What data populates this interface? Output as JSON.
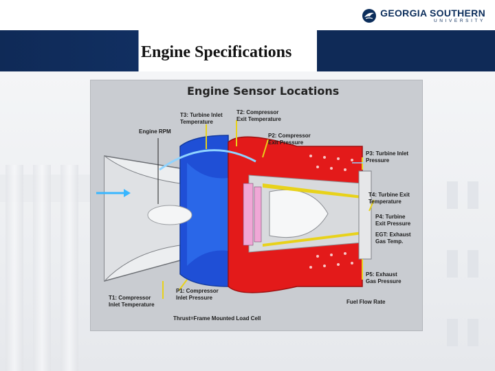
{
  "logo": {
    "title": "GEORGIA SOUTHERN",
    "subtitle": "UNIVERSITY",
    "colors": {
      "navy": "#0b2d5b"
    }
  },
  "slide": {
    "title": "Engine Specifications"
  },
  "diagram": {
    "title": "Engine Sensor Locations",
    "labels": {
      "t3": [
        "T3: Turbine Inlet",
        "Temperature"
      ],
      "t2": [
        "T2: Compressor",
        "Exit Temperature"
      ],
      "engine_rpm": "Engine RPM",
      "p2": [
        "P2: Compressor",
        "Exit Pressure"
      ],
      "p3": [
        "P3: Turbine Inlet",
        "Pressure"
      ],
      "t4": [
        "T4: Turbine Exit",
        "Temperature"
      ],
      "p4": [
        "P4: Turbine",
        "Exit Pressure"
      ],
      "egt": [
        "EGT: Exhaust",
        "Gas Temp."
      ],
      "p5": [
        "P5: Exhaust",
        "Gas Pressure"
      ],
      "fuel_flow": "Fuel Flow Rate",
      "t1": [
        "T1: Compressor",
        "Inlet Temperature"
      ],
      "p1": [
        "P1: Compressor",
        "Inlet Pressure"
      ],
      "thrust": "Thrust=Frame Mounted Load Cell"
    },
    "colors": {
      "blue": "#1f4fd6",
      "red": "#e31a1a",
      "yellow": "#e8d21a",
      "grey": "#d8dadd"
    }
  }
}
